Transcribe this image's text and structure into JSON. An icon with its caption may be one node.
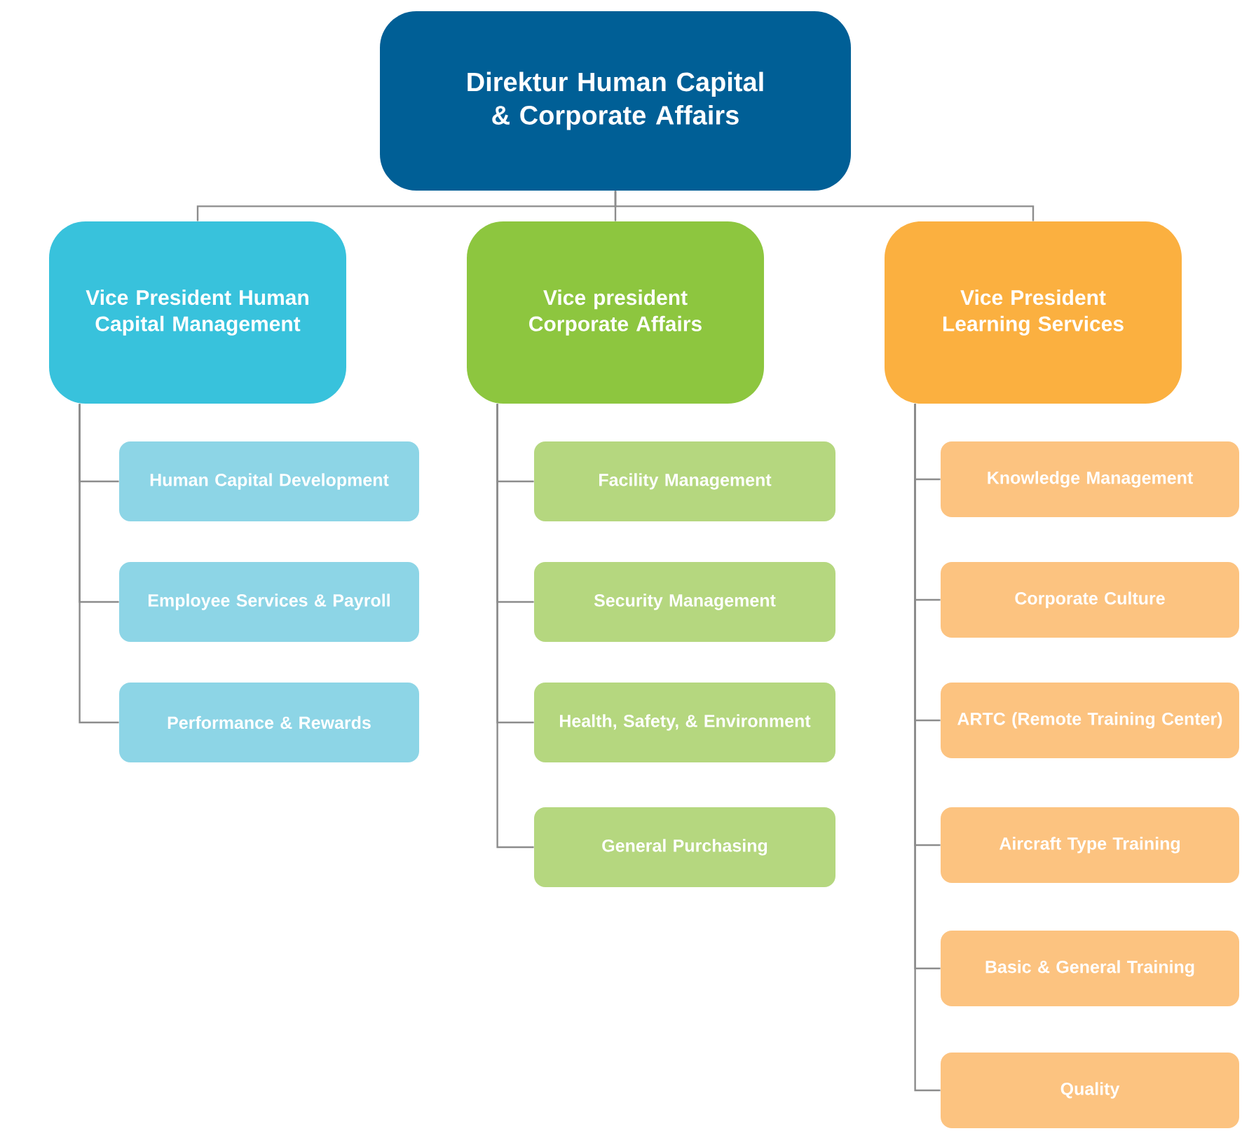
{
  "diagram": {
    "nodes": [
      {
        "text": [
          "Direktur Human Capital & Corporate Affairs"
        ]
      },
      {
        "text": [
          "Vice President Human Capital Management"
        ]
      },
      {
        "text": [
          "Vice president Corporate Affairs"
        ]
      },
      {
        "text": [
          "Vice President Learning Services"
        ]
      },
      {
        "text": [
          "Human Capital Development"
        ]
      },
      {
        "text": [
          "Employee Services & Payroll"
        ]
      },
      {
        "text": [
          "Performance & Rewards"
        ]
      },
      {
        "text": [
          "Facility Management"
        ]
      },
      {
        "text": [
          "Security Management"
        ]
      },
      {
        "text": [
          "Health, Safety, & Environment"
        ]
      },
      {
        "text": [
          "General Purchasing"
        ]
      },
      {
        "text": [
          "Knowledge Management"
        ]
      },
      {
        "text": [
          "Corporate Culture"
        ]
      },
      {
        "text": [
          "ARTC (Remote Training Center)"
        ]
      },
      {
        "text": [
          "Aircraft Type Training"
        ]
      },
      {
        "text": [
          "Basic & General Training"
        ]
      },
      {
        "text": [
          "Quality"
        ]
      }
    ],
    "edges": [
      {
        "from": 0,
        "to": 1,
        "arrow": "none"
      },
      {
        "from": 0,
        "to": 2,
        "arrow": "none"
      },
      {
        "from": 0,
        "to": 3,
        "arrow": "none"
      },
      {
        "from": 1,
        "to": 4,
        "arrow": "none"
      },
      {
        "from": 1,
        "to": 5,
        "arrow": "none"
      },
      {
        "from": 1,
        "to": 6,
        "arrow": "none"
      },
      {
        "from": 2,
        "to": 7,
        "arrow": "none"
      },
      {
        "from": 2,
        "to": 8,
        "arrow": "none"
      },
      {
        "from": 2,
        "to": 9,
        "arrow": "none"
      },
      {
        "from": 2,
        "to": 10,
        "arrow": "none"
      },
      {
        "from": 3,
        "to": 11,
        "arrow": "none"
      },
      {
        "from": 3,
        "to": 12,
        "arrow": "none"
      },
      {
        "from": 3,
        "to": 13,
        "arrow": "none"
      },
      {
        "from": 3,
        "to": 14,
        "arrow": "none"
      },
      {
        "from": 3,
        "to": 15,
        "arrow": "none"
      },
      {
        "from": 3,
        "to": 16,
        "arrow": "none"
      }
    ]
  }
}
